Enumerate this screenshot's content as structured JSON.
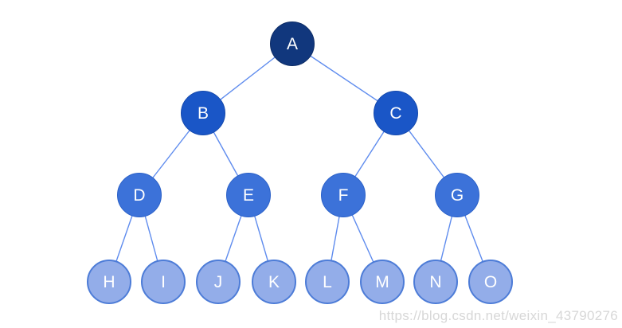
{
  "diagram": {
    "type": "binary-tree",
    "description": "Complete binary tree with 4 levels",
    "nodes": [
      {
        "label": "A",
        "level": 0,
        "parent": null
      },
      {
        "label": "B",
        "level": 1,
        "parent": "A"
      },
      {
        "label": "C",
        "level": 1,
        "parent": "A"
      },
      {
        "label": "D",
        "level": 2,
        "parent": "B"
      },
      {
        "label": "E",
        "level": 2,
        "parent": "B"
      },
      {
        "label": "F",
        "level": 2,
        "parent": "C"
      },
      {
        "label": "G",
        "level": 2,
        "parent": "C"
      },
      {
        "label": "H",
        "level": 3,
        "parent": "D"
      },
      {
        "label": "I",
        "level": 3,
        "parent": "D"
      },
      {
        "label": "J",
        "level": 3,
        "parent": "E"
      },
      {
        "label": "K",
        "level": 3,
        "parent": "E"
      },
      {
        "label": "L",
        "level": 3,
        "parent": "F"
      },
      {
        "label": "M",
        "level": 3,
        "parent": "F"
      },
      {
        "label": "N",
        "level": 3,
        "parent": "G"
      },
      {
        "label": "O",
        "level": 3,
        "parent": "G"
      }
    ],
    "edges": [
      [
        "A",
        "B"
      ],
      [
        "A",
        "C"
      ],
      [
        "B",
        "D"
      ],
      [
        "B",
        "E"
      ],
      [
        "C",
        "F"
      ],
      [
        "C",
        "G"
      ],
      [
        "D",
        "H"
      ],
      [
        "D",
        "I"
      ],
      [
        "E",
        "J"
      ],
      [
        "E",
        "K"
      ],
      [
        "F",
        "L"
      ],
      [
        "F",
        "M"
      ],
      [
        "G",
        "N"
      ],
      [
        "G",
        "O"
      ]
    ],
    "colors": {
      "level0_fill": "#11377d",
      "level1_fill": "#1a56c7",
      "level2_fill": "#3c72d9",
      "level3_fill": "#93ade9",
      "level3_border": "#4d7cd7",
      "edge_line": "#5f8cee",
      "node_text": "#ffffff"
    }
  },
  "watermark": {
    "text": "https://blog.csdn.net/weixin_43790276",
    "color": "#d7d7d7"
  }
}
